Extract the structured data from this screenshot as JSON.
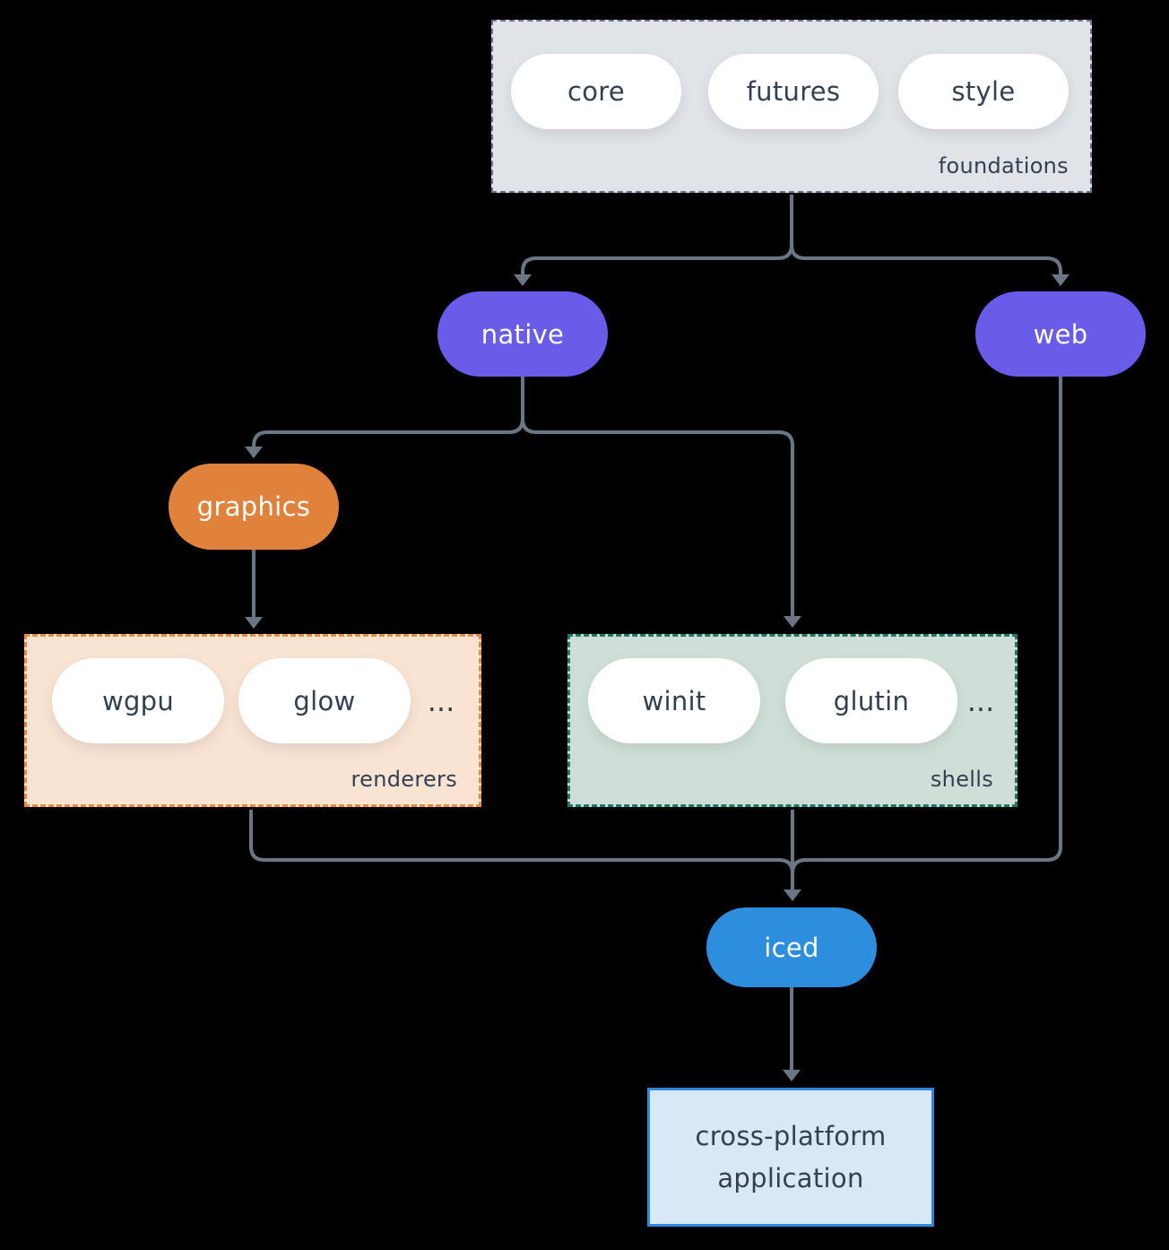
{
  "diagram": {
    "groups": {
      "foundations": {
        "label": "foundations",
        "items": [
          "core",
          "futures",
          "style"
        ]
      },
      "renderers": {
        "label": "renderers",
        "items": [
          "wgpu",
          "glow"
        ],
        "more": "..."
      },
      "shells": {
        "label": "shells",
        "items": [
          "winit",
          "glutin"
        ],
        "more": "..."
      }
    },
    "nodes": {
      "native": "native",
      "web": "web",
      "graphics": "graphics",
      "iced": "iced",
      "application": "cross-platform application"
    },
    "colors": {
      "background": "#000000",
      "connector": "#6B7684",
      "node_text": "#33404F",
      "purple_node": "#6A5CE8",
      "orange_node": "#E1823C",
      "blue_node": "#2E8EDE",
      "pill_fill": "#FFFFFF",
      "foundations_fill": "#E0E4E8",
      "foundations_border": "#64748B",
      "renderers_fill": "#F9E3D3",
      "renderers_border": "#E98A3C",
      "shells_fill": "#CFDFD8",
      "shells_border": "#1E7868",
      "application_fill": "#D9E8F7",
      "application_border": "#2E86DE"
    }
  }
}
